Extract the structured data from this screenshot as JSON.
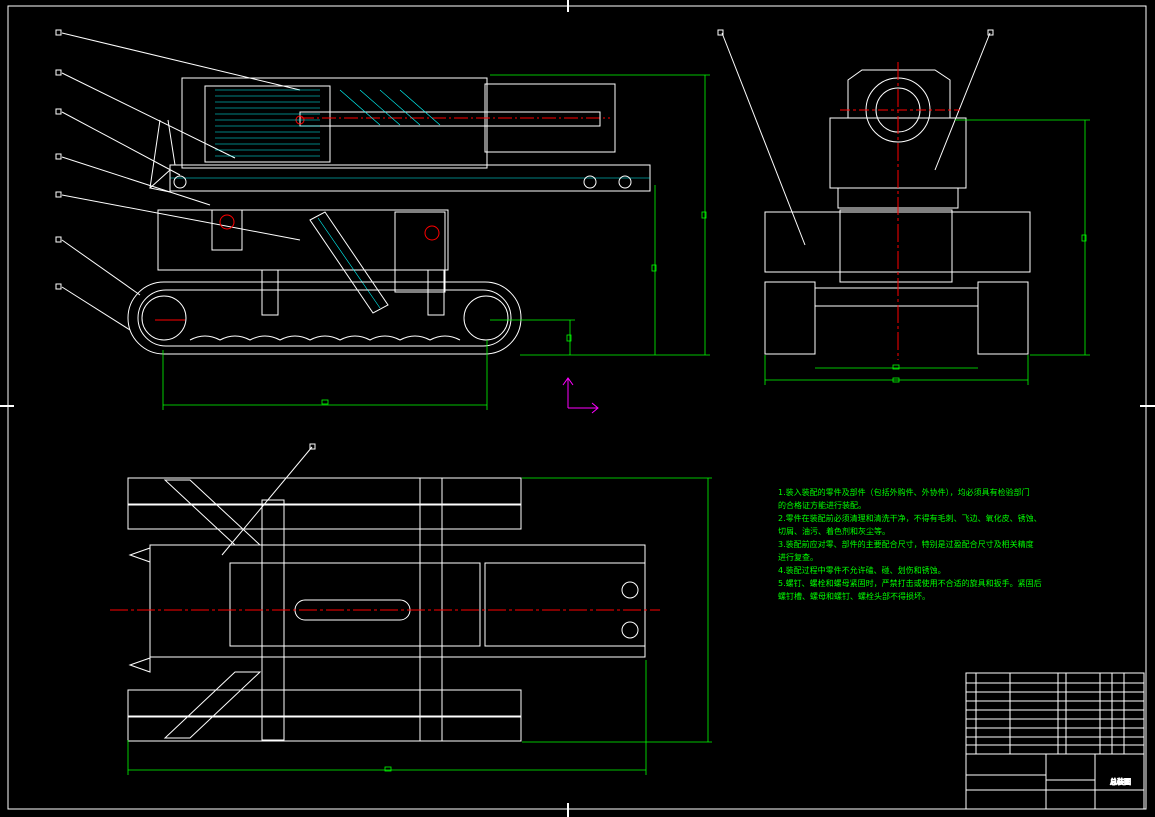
{
  "colors": {
    "background": "#000000",
    "line": "#ffffff",
    "dimension": "#00ff00",
    "hatch": "#00ffff",
    "centerline": "#ff0000",
    "ucs": "#ff00ff"
  },
  "notes": [
    "1.装入装配的零件及部件（包括外购件、外协件），均必须具有检验部门",
    "的合格证方能进行装配。",
    "2.零件在装配前必须清理和清洗干净，不得有毛刺、飞边、氧化皮、锈蚀、",
    "切屑、油污、着色剂和灰尘等。",
    "3.装配前应对零、部件的主要配合尺寸，特别是过盈配合尺寸及相关精度",
    "进行复查。",
    "4.装配过程中零件不允许磕、碰、划伤和锈蚀。",
    "5.螺钉、螺栓和螺母紧固时，严禁打击或使用不合适的旋具和扳手。紧固后",
    "螺钉槽、螺母和螺钉、螺栓头部不得损坏。"
  ],
  "title_block": {
    "drawing_name": "总装图"
  }
}
